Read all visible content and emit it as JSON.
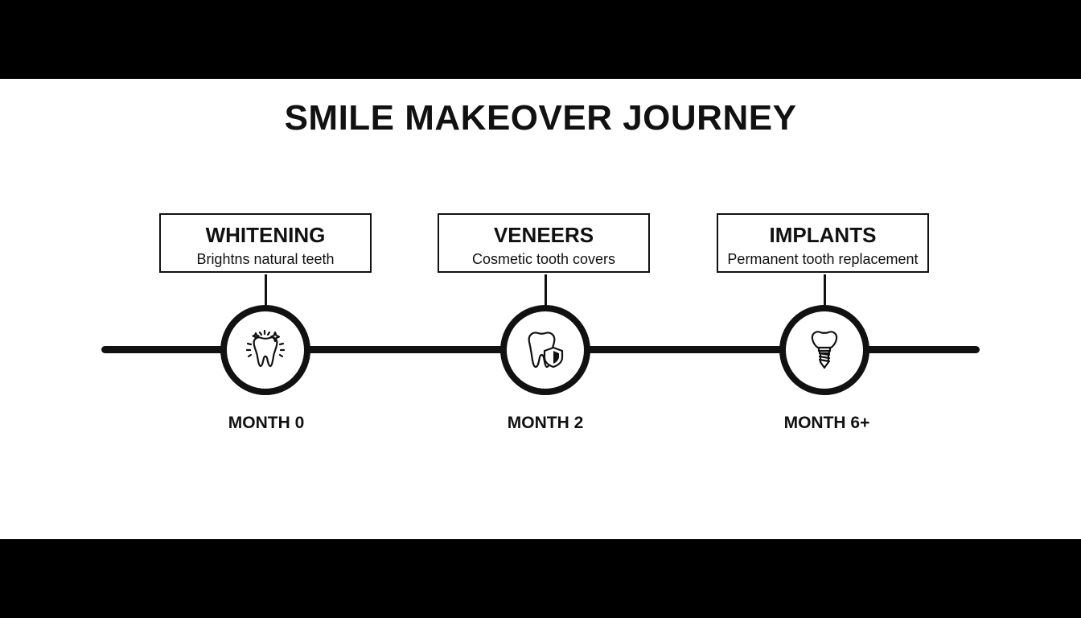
{
  "title": "SMILE MAKEOVER JOURNEY",
  "stages": [
    {
      "title": "WHITENING",
      "description": "Brightns natural teeth",
      "month": "MONTH 0",
      "icon": "sparkling-tooth-icon"
    },
    {
      "title": "VENEERS",
      "description": "Cosmetic tooth covers",
      "month": "MONTH 2",
      "icon": "tooth-shield-icon"
    },
    {
      "title": "IMPLANTS",
      "description": "Permanent tooth replacement",
      "month": "MONTH 6+",
      "icon": "dental-implant-icon"
    }
  ],
  "colors": {
    "ink": "#111111",
    "background": "#ffffff",
    "letterbox": "#000000"
  }
}
